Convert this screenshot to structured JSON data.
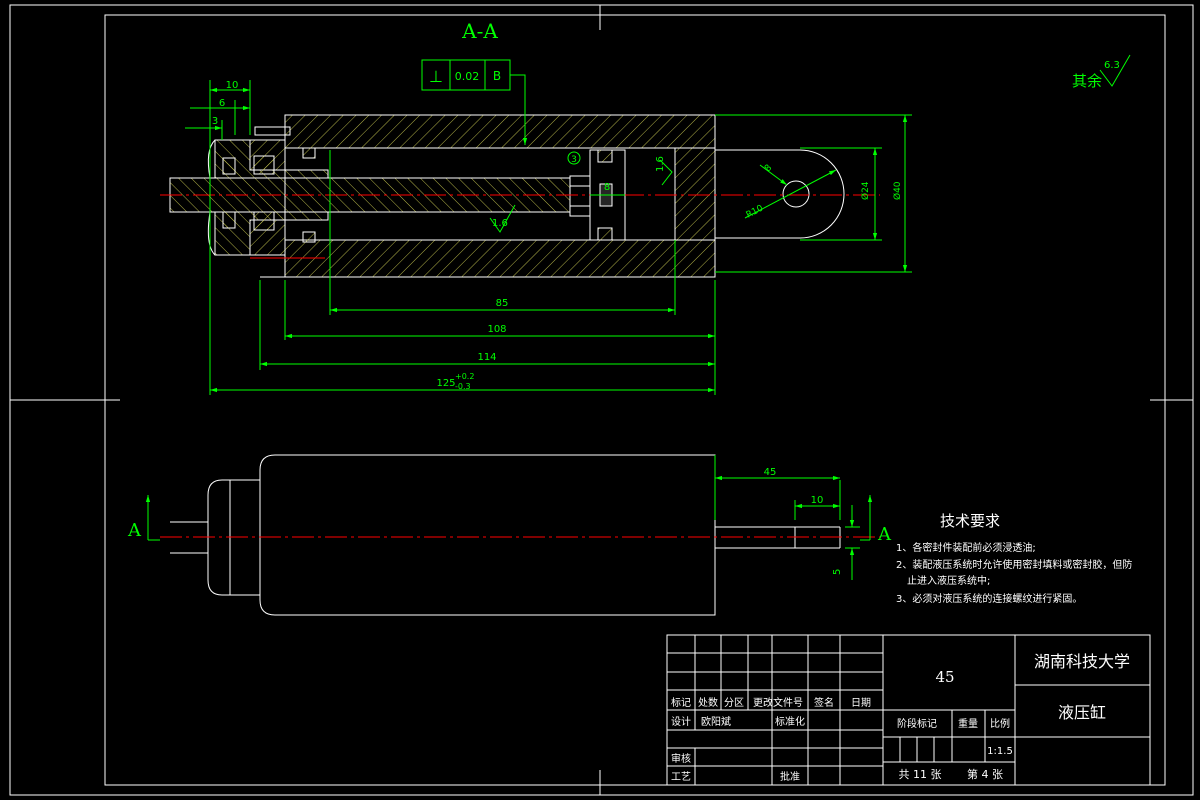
{
  "colors": {
    "background": "#000000",
    "outline": "#ffffff",
    "dimension": "#00ff00",
    "centerline": "#ff0000",
    "hatch": "#c8c850",
    "title_text": "#ffffff"
  },
  "section": {
    "label": "A-A",
    "tolerance_symbol": "⊥",
    "tolerance_value": "0.02",
    "tolerance_datum": "B",
    "roughness_rest_label": "其余",
    "roughness_rest_value": "6.3",
    "roughness_inner": "1.6",
    "roughness_right": "1.6",
    "callout": "3"
  },
  "dims": {
    "d10": "10",
    "d6": "6",
    "d3": "3",
    "d85": "85",
    "d108": "108",
    "d114": "114",
    "d125": "125",
    "d125_tol_upper": "+0.2",
    "d125_tol_lower": "-0.3",
    "d8": "8",
    "r10": "R10",
    "d8b": "8",
    "d24": "Ø24",
    "d40": "Ø40",
    "d45": "45",
    "d10b": "10",
    "d5": "5"
  },
  "view_labels": {
    "left_a": "A",
    "right_a": "A"
  },
  "notes": {
    "heading": "技术要求",
    "lines": [
      "1、各密封件装配前必须浸透油;",
      "2、装配液压系统时允许使用密封填料或密封胶，但防",
      "止进入液压系统中;",
      "3、必须对液压系统的连接螺纹进行紧固。"
    ]
  },
  "title_block": {
    "material": "45",
    "school": "湖南科技大学",
    "part_name": "液压缸",
    "headers": [
      "标记",
      "处数",
      "分区",
      "更改文件号",
      "签名",
      "日期"
    ],
    "design_label": "设计",
    "designer": "欧阳斌",
    "standardize_label": "标准化",
    "review_label": "审核",
    "process_label": "工艺",
    "approve_label": "批准",
    "stage_label": "阶段标记",
    "weight_label": "重量",
    "scale_label": "比例",
    "scale_value": "1:1.5",
    "sheets": "共 11 张",
    "sheet_no": "第 4 张"
  }
}
